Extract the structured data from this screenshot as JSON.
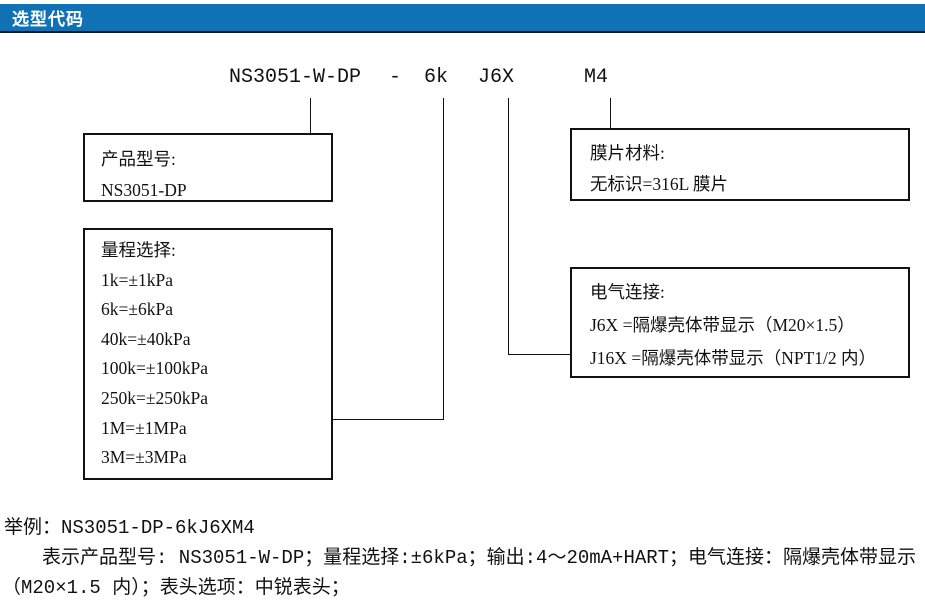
{
  "header": {
    "title": "选型代码",
    "bg_color": "#1171b5",
    "text_color": "#ffffff"
  },
  "code": {
    "model": "NS3051-W-DP",
    "dash": "-",
    "range": "6k",
    "electrical": "J6X",
    "head": "M4"
  },
  "boxes": {
    "product_model": {
      "title": "产品型号:",
      "lines": [
        "NS3051-DP"
      ]
    },
    "range_selection": {
      "title": "量程选择:",
      "lines": [
        "1k=±1kPa",
        "6k=±6kPa",
        "40k=±40kPa",
        "100k=±100kPa",
        "250k=±250kPa",
        "1M=±1MPa",
        "3M=±3MPa"
      ]
    },
    "diaphragm_material": {
      "title": "膜片材料:",
      "lines": [
        "无标识=316L 膜片"
      ]
    },
    "electrical_connection": {
      "title": "电气连接:",
      "lines": [
        "J6X =隔爆壳体带显示（M20×1.5）",
        "J16X =隔爆壳体带显示（NPT1/2 内）"
      ]
    }
  },
  "example": {
    "line1": "举例：NS3051-DP-6kJ6XM4",
    "line2": "表示产品型号: NS3051-W-DP；量程选择:±6kPa；输出:4～20mA+HART；电气连接：隔爆壳体带显示",
    "line3": "（M20×1.5 内）；表头选项：中锐表头；"
  }
}
